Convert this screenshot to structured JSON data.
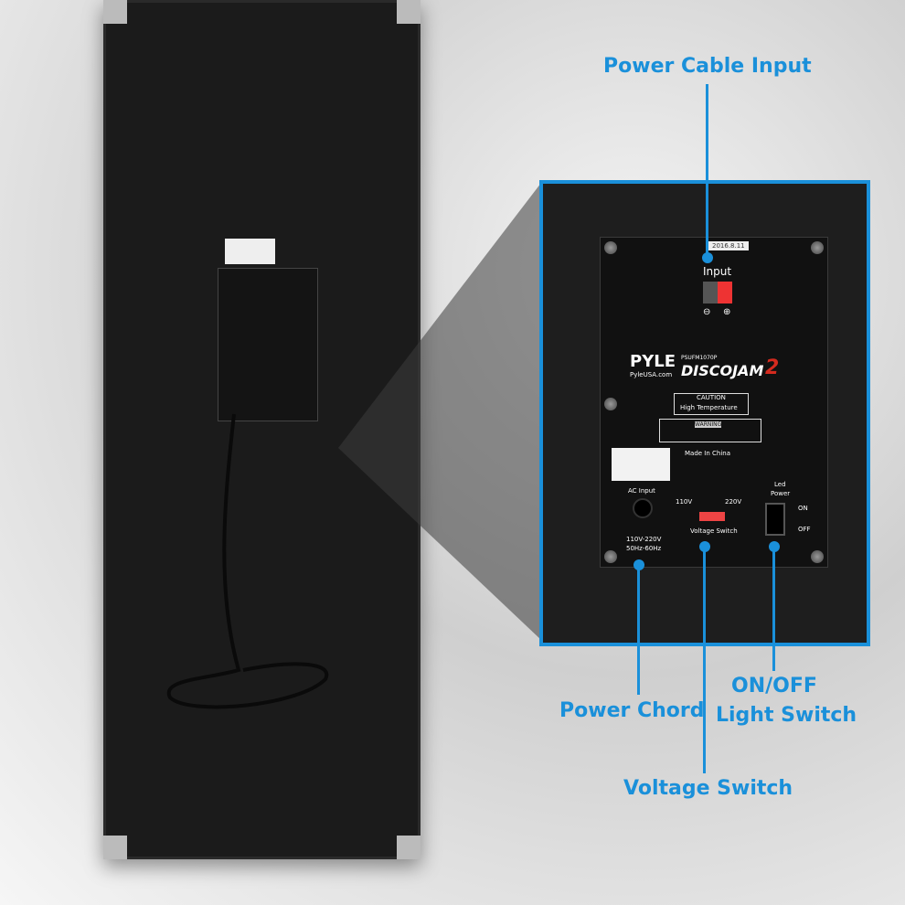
{
  "callouts": {
    "power_cable_input": "Power Cable Input",
    "power_chord": "Power Chord",
    "voltage_switch": "Voltage Switch",
    "onoff_line1": "ON/OFF",
    "onoff_line2": "Light Switch"
  },
  "panel": {
    "date": "2016.8.11",
    "input": "Input",
    "minus": "⊖",
    "plus": "⊕",
    "brand": "PYLE",
    "brand_url": "PyleUSA.com",
    "model": "PSUFM1070P",
    "product": "DISCOJAM",
    "product_num": "2",
    "caution": "CAUTION",
    "high_temp": "High Temperature",
    "warning": "WARNING",
    "made_in": "Made In China",
    "ac_input": "AC Input",
    "v110": "110V",
    "v220": "220V",
    "rating1": "110V-220V",
    "rating2": "50Hz-60Hz",
    "voltage_switch": "Voltage Switch",
    "led": "Led",
    "power": "Power",
    "on": "ON",
    "off": "OFF"
  },
  "colors": {
    "accent": "#1a90da"
  }
}
